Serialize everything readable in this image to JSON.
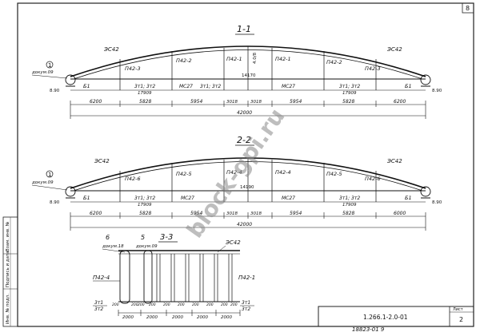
{
  "page_corner": "8",
  "watermark": "block-gpi.ru",
  "section_1": {
    "title": "1-1",
    "left_support": {
      "number": "1",
      "ref": "докум.09"
    },
    "left_elev": "8.90",
    "right_elev": "8.90",
    "arch_labels": [
      "ЭС42",
      "ЭС42"
    ],
    "panel_labels": [
      "П42-3",
      "П42-2",
      "П42-1",
      "П42-1",
      "П42-2",
      "П42-3"
    ],
    "center_height": "4.0/8",
    "center_span_label": "14170",
    "beams": [
      "Б1",
      "Б1"
    ],
    "mid_labels": [
      "3т1; 3т2",
      "МС27",
      "3т1; 3т2",
      "МС27",
      "3т1; 3т2"
    ],
    "sub_dims": [
      "17909",
      "17909"
    ],
    "dims": [
      "6200",
      "5828",
      "5954",
      "3018",
      "3018",
      "5954",
      "5828",
      "6200"
    ],
    "total": "42000"
  },
  "section_2": {
    "title": "2-2",
    "left_support": {
      "number": "1",
      "ref": "докум.09"
    },
    "left_elev": "8.90",
    "right_elev": "8.90",
    "arch_labels": [
      "ЭС42",
      "ЭС42"
    ],
    "panel_labels": [
      "П42-6",
      "П42-5",
      "П42-4",
      "П42-4",
      "П42-5",
      "П42-6"
    ],
    "center_span_label": "14190",
    "beams": [
      "Б1",
      "Б1"
    ],
    "mid_labels": [
      "3т1; 3т2",
      "МС27",
      "МС27",
      "3т1; 3т2"
    ],
    "sub_dims": [
      "17909",
      "17909"
    ],
    "dims": [
      "6200",
      "5828",
      "5954",
      "3018",
      "3018",
      "5954",
      "5828",
      "6000"
    ],
    "total": "42000"
  },
  "section_3": {
    "title": "3-3",
    "marker_left": {
      "number": "6",
      "ref": "докум.18"
    },
    "marker_mid": {
      "number": "5",
      "ref": "докум.09"
    },
    "right_label": "ЭС42",
    "left_panel": "П42-4",
    "right_panel": "П42-1",
    "left_bottom": [
      "3т1",
      "3т2"
    ],
    "right_bottom": [
      "3т1",
      "3т2"
    ],
    "bottom_dims": [
      "2000",
      "2000",
      "2000",
      "2000",
      "2000"
    ],
    "small_dims": [
      "200",
      "200",
      "200",
      "200",
      "200",
      "200",
      "200",
      "200",
      "200",
      "200"
    ]
  },
  "side_stamp": [
    "Взам. инв. №",
    "Подпись и дата",
    "Инв. № подл."
  ],
  "title_block": {
    "code": "1.266.1-2.0-01",
    "sheet_label": "Лист",
    "sheet_number": "2"
  },
  "footer_number": "18823-01 9"
}
